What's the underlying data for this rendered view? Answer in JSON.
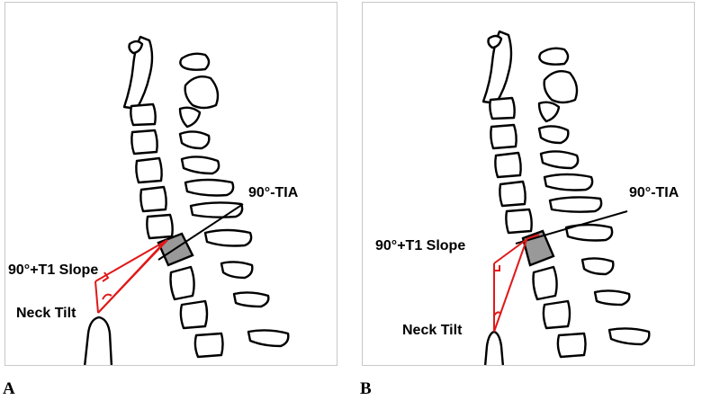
{
  "panels": [
    {
      "letter": "A",
      "labels": {
        "tia": "90°-TIA",
        "t1_slope": "90°+T1 Slope",
        "neck_tilt": "Neck Tilt"
      }
    },
    {
      "letter": "B",
      "labels": {
        "tia": "90°-TIA",
        "t1_slope": "90°+T1 Slope",
        "neck_tilt": "Neck Tilt"
      }
    }
  ],
  "colors": {
    "angle_lines": "#e01818",
    "t1_vertebra": "#999999"
  }
}
